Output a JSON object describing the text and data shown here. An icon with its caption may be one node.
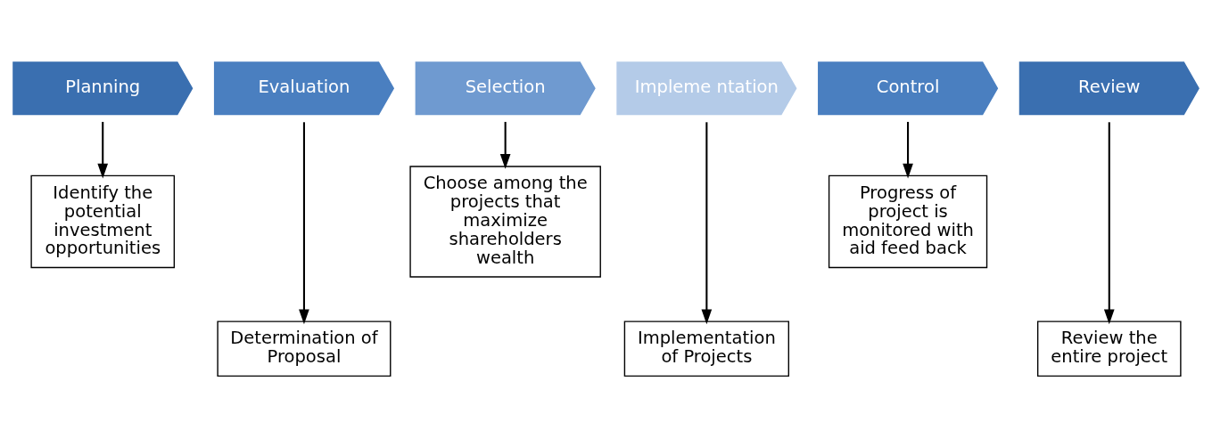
{
  "diagram": {
    "nodes": [
      {
        "text": [
          "Planning"
        ]
      },
      {
        "text": [
          "Evaluation"
        ]
      },
      {
        "text": [
          "Selection"
        ]
      },
      {
        "text": [
          "Impleme ntation"
        ]
      },
      {
        "text": [
          "Control"
        ]
      },
      {
        "text": [
          "Review"
        ]
      },
      {
        "text": [
          "Identify the potential investment opportunities"
        ]
      },
      {
        "text": [
          "Determination of Proposal"
        ]
      },
      {
        "text": [
          "Choose among the projects that maximize shareholders wealth"
        ]
      },
      {
        "text": [
          "Implementation of Projects"
        ]
      },
      {
        "text": [
          "Progress of project is monitored with aid feed back"
        ]
      },
      {
        "text": [
          "Review the entire project"
        ]
      }
    ],
    "edges": [
      {
        "from": 0,
        "to": 6,
        "arrow": "to"
      },
      {
        "from": 1,
        "to": 7,
        "arrow": "to"
      },
      {
        "from": 2,
        "to": 8,
        "arrow": "to"
      },
      {
        "from": 3,
        "to": 9,
        "arrow": "to"
      },
      {
        "from": 4,
        "to": 10,
        "arrow": "to"
      },
      {
        "from": 5,
        "to": 11,
        "arrow": "to"
      }
    ]
  }
}
